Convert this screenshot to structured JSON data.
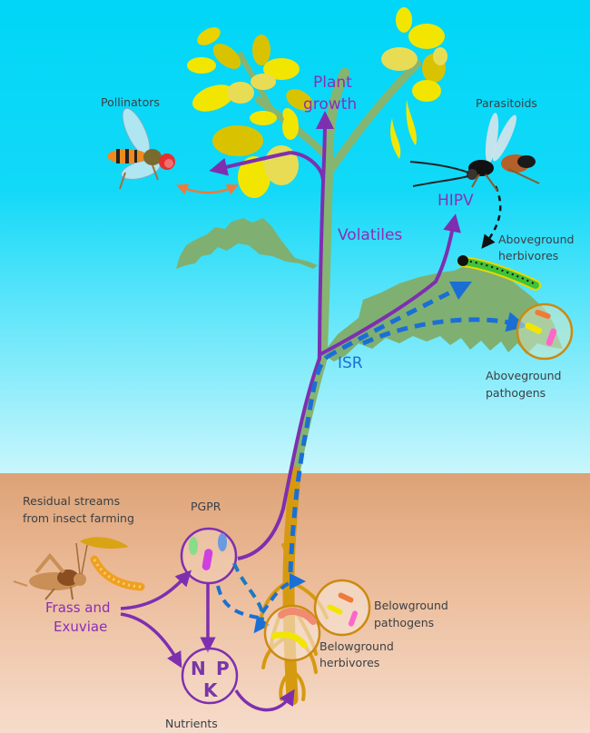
{
  "title": "Plant–insect–microbe interactions influenced by insect frass and exuviae",
  "colors": {
    "sky_top": "#00d6f7",
    "sky_bottom": "#c9f6fc",
    "soil_top": "#dda276",
    "soil_bottom": "#f6dccb",
    "stem_green": "#86b571",
    "leaf_green": "#7fb072",
    "root_gold": "#d69a10",
    "flower_yellow": "#f2e600",
    "flower_dark_yellow": "#d9c300",
    "flower_pale": "#e8dc55",
    "signal_purple": "#7e2fb0",
    "isr_blue": "#1a6fd6",
    "pgpr_blue": "#1a7ac0",
    "parasitoid_arrow": "#111111",
    "pollinator_arrow": "#ef7a3a",
    "circle_gold": "#cc8a10"
  },
  "labels": {
    "pollinators": "Pollinators",
    "plant_growth_line1": "Plant",
    "plant_growth_line2": "growth",
    "parasitoids": "Parasitoids",
    "hipv": "HIPV",
    "volatiles": "Volatiles",
    "aboveground_herbivores_line1": "Aboveground",
    "aboveground_herbivores_line2": "herbivores",
    "isr": "ISR",
    "aboveground_pathogens_line1": "Aboveground",
    "aboveground_pathogens_line2": "pathogens",
    "residual_line1": "Residual streams",
    "residual_line2": "from insect farming",
    "pgpr": "PGPR",
    "frass_line1": "Frass  and",
    "frass_line2": "Exuviae",
    "npk_n": "N",
    "npk_p": "P",
    "npk_k": "K",
    "nutrients": "Nutrients",
    "belowground_pathogens_line1": "Belowground",
    "belowground_pathogens_line2": "pathogens",
    "belowground_herbivores_line1": "Belowground",
    "belowground_herbivores_line2": "herbivores"
  },
  "organisms": [
    {
      "id": "pollinator",
      "icon": "hoverfly-icon"
    },
    {
      "id": "parasitoid",
      "icon": "wasp-icon"
    },
    {
      "id": "caterpillar",
      "icon": "caterpillar-icon"
    },
    {
      "id": "cricket",
      "icon": "cricket-icon"
    },
    {
      "id": "mealworm",
      "icon": "mealworm-icon"
    },
    {
      "id": "larva",
      "icon": "larva-icon"
    }
  ]
}
